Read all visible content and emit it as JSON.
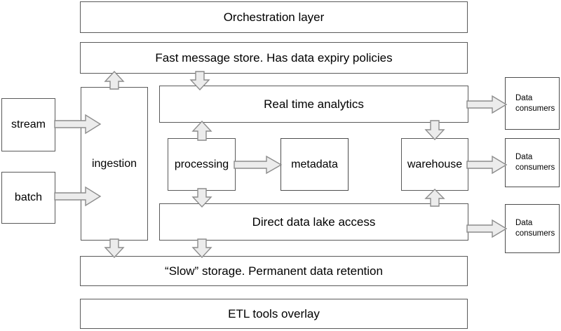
{
  "diagram": {
    "title_bands": {
      "orchestration": "Orchestration layer",
      "fast_store": "Fast message store. Has data expiry policies",
      "realtime": "Real time analytics",
      "lake_access": "Direct data lake access",
      "slow_storage": "“Slow” storage. Permanent data retention",
      "etl": "ETL tools overlay"
    },
    "sources": {
      "stream": "stream",
      "batch": "batch"
    },
    "nodes": {
      "ingestion": "ingestion",
      "processing": "processing",
      "metadata": "metadata",
      "warehouse": "warehouse"
    },
    "consumers": [
      {
        "label": "Data\nconsumers"
      },
      {
        "label": "Data\nconsumers"
      },
      {
        "label": "Data\nconsumers"
      }
    ],
    "colors": {
      "background": "#ffffff",
      "box_border": "#5a5a5a",
      "arrow_fill": "#ececec",
      "arrow_stroke": "#8c8c8c",
      "text": "#000000"
    },
    "arrows": [
      {
        "name": "stream-to-ingestion",
        "direction": "right"
      },
      {
        "name": "batch-to-ingestion",
        "direction": "right"
      },
      {
        "name": "ingestion-to-fast-message-store",
        "direction": "up"
      },
      {
        "name": "ingestion-to-slow-storage",
        "direction": "down"
      },
      {
        "name": "fast-message-store-to-realtime-analytics",
        "direction": "down"
      },
      {
        "name": "processing-to-realtime-analytics",
        "direction": "up"
      },
      {
        "name": "processing-to-metadata",
        "direction": "right"
      },
      {
        "name": "processing-to-slow-storage",
        "direction": "down"
      },
      {
        "name": "fast-message-store-to-direct-data-lake-access",
        "direction": "down"
      },
      {
        "name": "realtime-analytics-to-warehouse",
        "direction": "down"
      },
      {
        "name": "direct-data-lake-access-to-warehouse",
        "direction": "up"
      },
      {
        "name": "realtime-analytics-to-data-consumers",
        "direction": "right"
      },
      {
        "name": "warehouse-to-data-consumers",
        "direction": "right"
      },
      {
        "name": "direct-data-lake-access-to-data-consumers",
        "direction": "right"
      }
    ]
  }
}
